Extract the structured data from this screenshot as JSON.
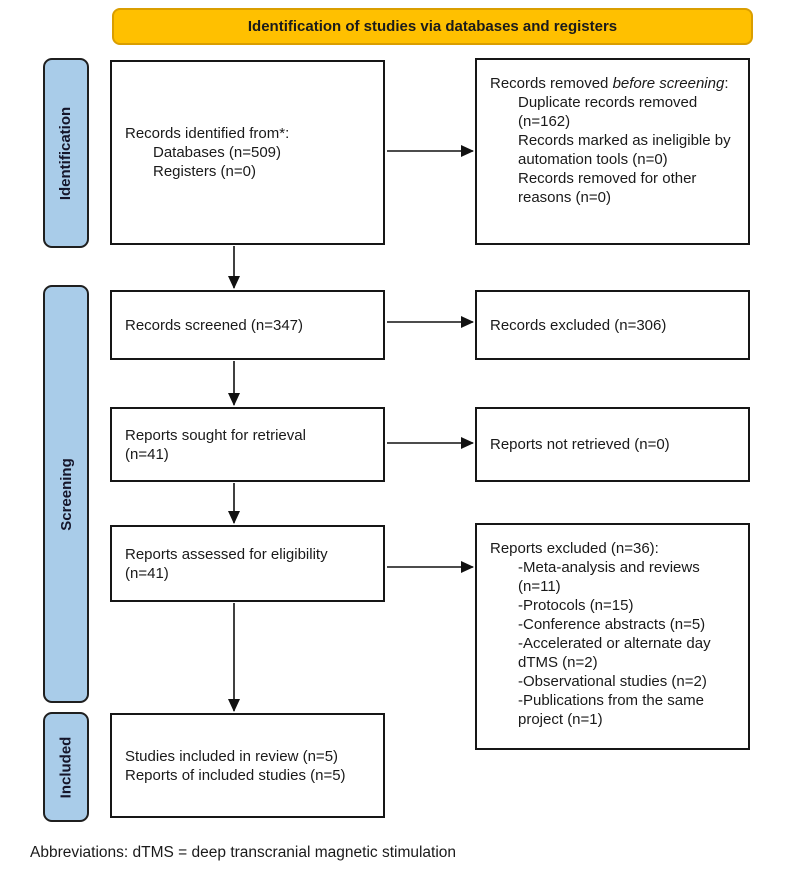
{
  "banner": {
    "title": "Identification of studies via databases and registers"
  },
  "stages": [
    {
      "label": "Identification"
    },
    {
      "label": "Screening"
    },
    {
      "label": "Included"
    }
  ],
  "boxes": {
    "identified": {
      "title": "Records identified from*:",
      "items": [
        "Databases (n=509)",
        "Registers (n=0)"
      ]
    },
    "removed": {
      "prefix": "Records removed ",
      "italic": "before screening",
      "suffix": ":",
      "items": [
        "Duplicate records removed (n=162)",
        "Records marked as ineligible by automation tools (n=0)",
        "Records removed for other reasons (n=0)"
      ]
    },
    "screened": {
      "text": "Records screened (n=347)"
    },
    "excluded": {
      "text": "Records excluded (n=306)"
    },
    "sought": {
      "text": "Reports sought for retrieval\n(n=41)"
    },
    "not_retrieved": {
      "text": "Reports not retrieved (n=0)"
    },
    "assessed": {
      "text": "Reports assessed for eligibility\n(n=41)"
    },
    "reports_excluded": {
      "title": "Reports excluded (n=36):",
      "items": [
        "-Meta-analysis and reviews (n=11)",
        "-Protocols (n=15)",
        "-Conference abstracts (n=5)",
        "-Accelerated or alternate day dTMS (n=2)",
        "-Observational studies (n=2)",
        "-Publications from the same project (n=1)"
      ]
    },
    "included": {
      "lines": [
        "Studies included in review (n=5)",
        "Reports of included studies (n=5)"
      ]
    }
  },
  "footer": {
    "text": "Abbreviations: dTMS = deep transcranial magnetic stimulation"
  },
  "colors": {
    "banner_fill": "#FFC000",
    "banner_border": "#DA9E00",
    "stage_fill": "#A9CCE9",
    "stage_border": "#1F1F1F",
    "box_border": "#161616",
    "text": "#1A1A1A",
    "arrow": "#111111"
  }
}
